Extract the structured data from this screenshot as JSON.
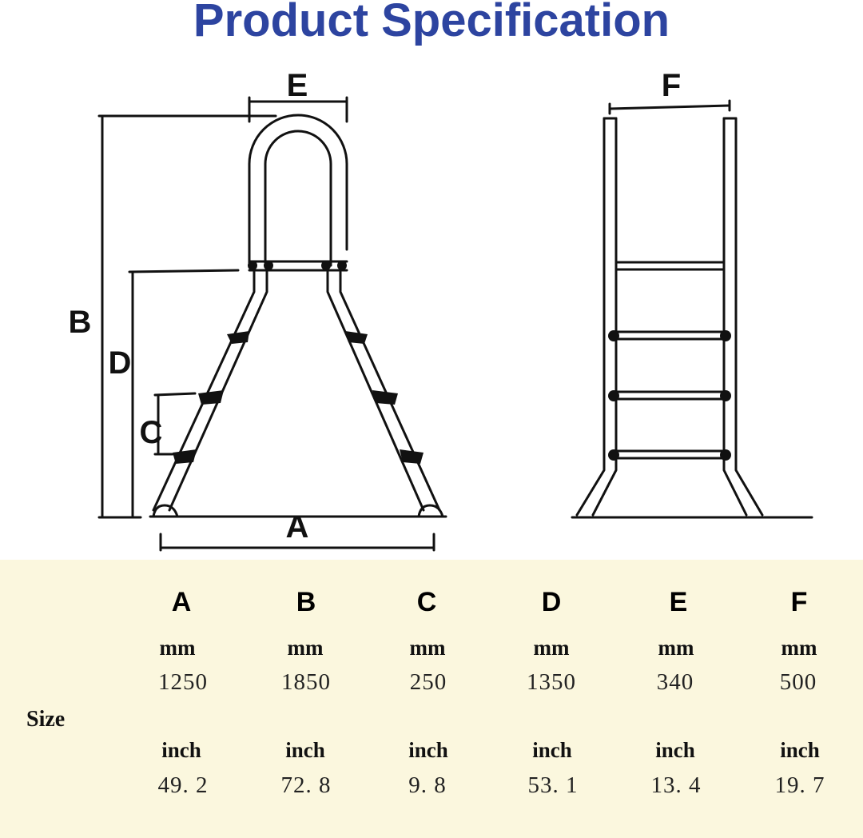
{
  "title": "Product Specification",
  "dimension_labels": {
    "a": "A",
    "b": "B",
    "c": "C",
    "d": "D",
    "e": "E",
    "f": "F"
  },
  "table": {
    "row_label": "Size",
    "columns": [
      {
        "header": "A",
        "mm_unit": "mm",
        "mm_value": "1250",
        "inch_unit": "inch",
        "inch_value": "49. 2"
      },
      {
        "header": "B",
        "mm_unit": "mm",
        "mm_value": "1850",
        "inch_unit": "inch",
        "inch_value": "72. 8"
      },
      {
        "header": "C",
        "mm_unit": "mm",
        "mm_value": "250",
        "inch_unit": "inch",
        "inch_value": "9. 8"
      },
      {
        "header": "D",
        "mm_unit": "mm",
        "mm_value": "1350",
        "inch_unit": "inch",
        "inch_value": "53. 1"
      },
      {
        "header": "E",
        "mm_unit": "mm",
        "mm_value": "340",
        "inch_unit": "inch",
        "inch_value": "13. 4"
      },
      {
        "header": "F",
        "mm_unit": "mm",
        "mm_value": "500",
        "inch_unit": "inch",
        "inch_value": "19. 7"
      }
    ]
  },
  "colors": {
    "title": "#2d44a0",
    "panel_background": "#fbf7de",
    "line": "#111111"
  }
}
